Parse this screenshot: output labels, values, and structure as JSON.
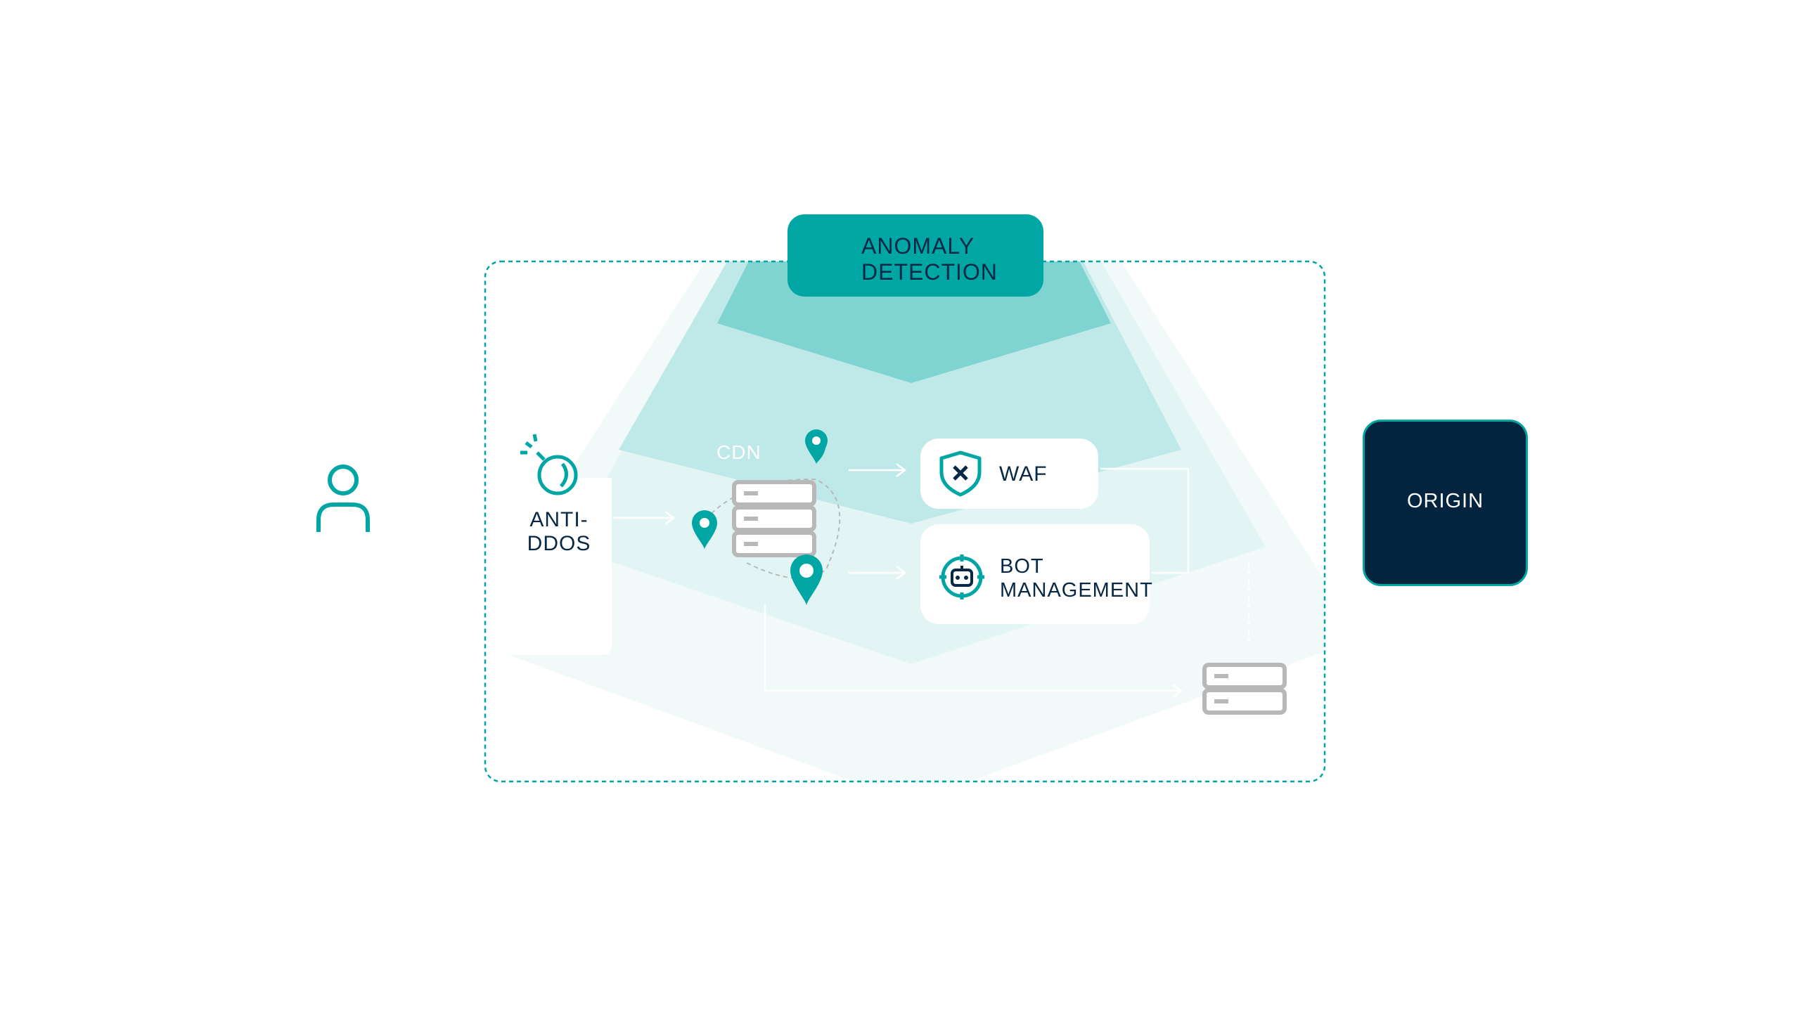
{
  "diagram": {
    "anomaly_label_line1": "ANOMALY",
    "anomaly_label_line2": "DETECTION",
    "cdn_label": "CDN",
    "waf_label": "WAF",
    "bot_label_line1": "BOT",
    "bot_label_line2": "MANAGEMENT",
    "antiddos_label_line1": "ANTI-",
    "antiddos_label_line2": "DDOS",
    "origin_label": "ORIGIN"
  },
  "colors": {
    "teal": "#00a6a3",
    "navy": "#03243f",
    "text_dark": "#062846",
    "ring_1": "#7fd3d1",
    "ring_2": "#bfe9e8",
    "ring_3": "#e2f5f4",
    "ring_4": "#f1faf9",
    "server_gray": "#b8b8b8"
  }
}
